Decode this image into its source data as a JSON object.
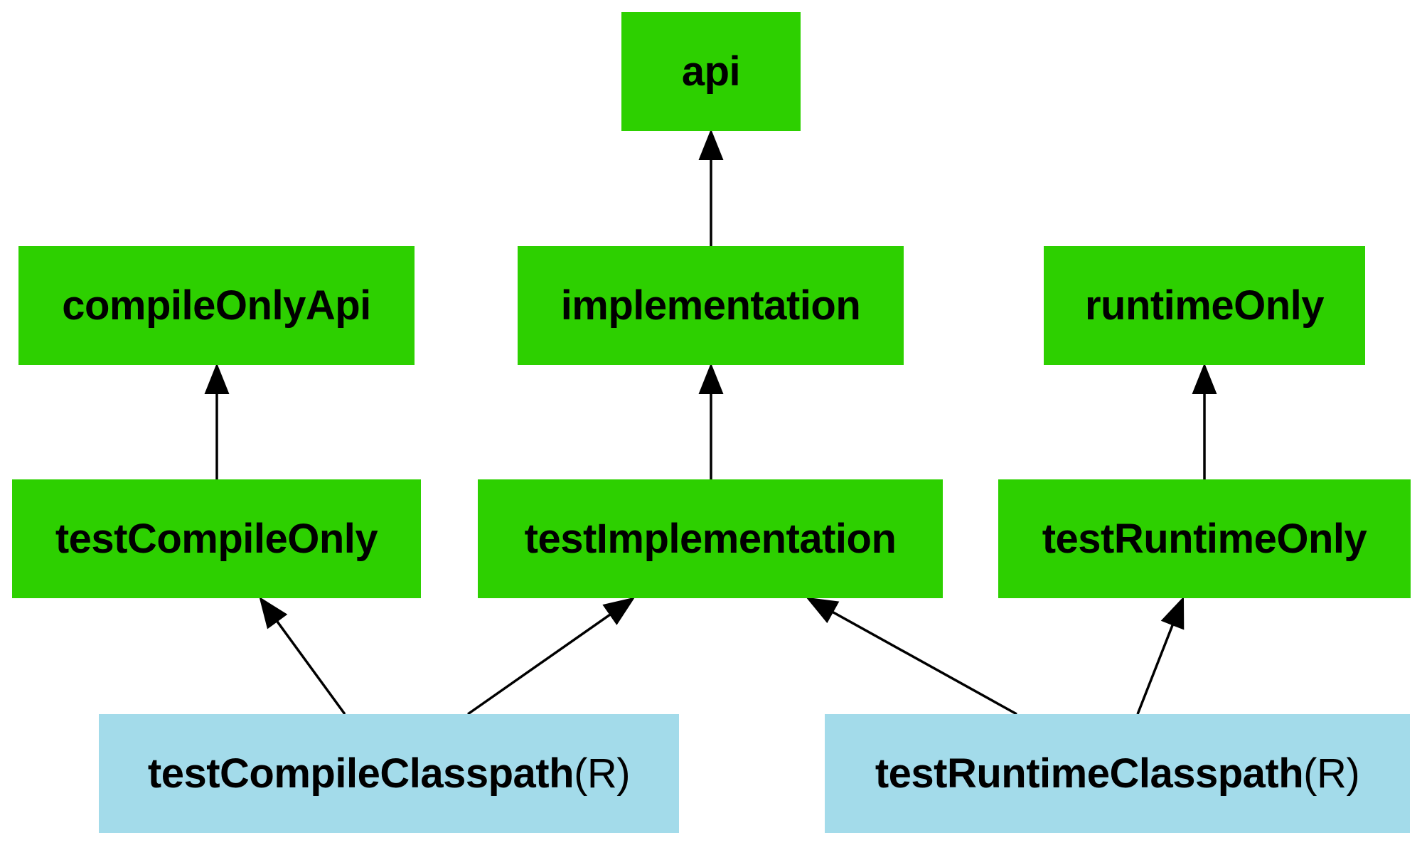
{
  "colors": {
    "declarable": "#2dd000",
    "resolvable": "#a3dbea",
    "edge": "#000000"
  },
  "nodes": {
    "api": {
      "label": "api",
      "kind": "declarable"
    },
    "compileOnlyApi": {
      "label": "compileOnlyApi",
      "kind": "declarable"
    },
    "implementation": {
      "label": "implementation",
      "kind": "declarable"
    },
    "runtimeOnly": {
      "label": "runtimeOnly",
      "kind": "declarable"
    },
    "testCompileOnly": {
      "label": "testCompileOnly",
      "kind": "declarable"
    },
    "testImplementation": {
      "label": "testImplementation",
      "kind": "declarable"
    },
    "testRuntimeOnly": {
      "label": "testRuntimeOnly",
      "kind": "declarable"
    },
    "testCompileClasspath": {
      "label": "testCompileClasspath",
      "suffix": "(R)",
      "kind": "resolvable"
    },
    "testRuntimeClasspath": {
      "label": "testRuntimeClasspath",
      "suffix": "(R)",
      "kind": "resolvable"
    }
  },
  "edges": [
    {
      "from": "implementation",
      "to": "api"
    },
    {
      "from": "testCompileOnly",
      "to": "compileOnlyApi"
    },
    {
      "from": "testImplementation",
      "to": "implementation"
    },
    {
      "from": "testRuntimeOnly",
      "to": "runtimeOnly"
    },
    {
      "from": "testCompileClasspath",
      "to": "testCompileOnly"
    },
    {
      "from": "testCompileClasspath",
      "to": "testImplementation"
    },
    {
      "from": "testRuntimeClasspath",
      "to": "testImplementation"
    },
    {
      "from": "testRuntimeClasspath",
      "to": "testRuntimeOnly"
    }
  ]
}
